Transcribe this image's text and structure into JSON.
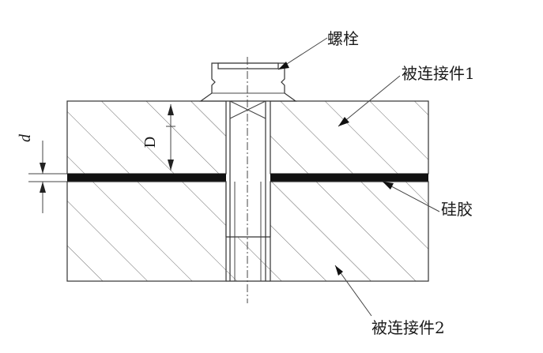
{
  "labels": {
    "bolt": "螺栓",
    "part1": "被连接件1",
    "silicone": "硅胶",
    "part2": "被连接件2",
    "dim_D": "D",
    "dim_d": "d"
  },
  "colors": {
    "line": "#333333",
    "hatch": "#6a6a6a",
    "silicone": "#111111",
    "background": "#ffffff"
  }
}
